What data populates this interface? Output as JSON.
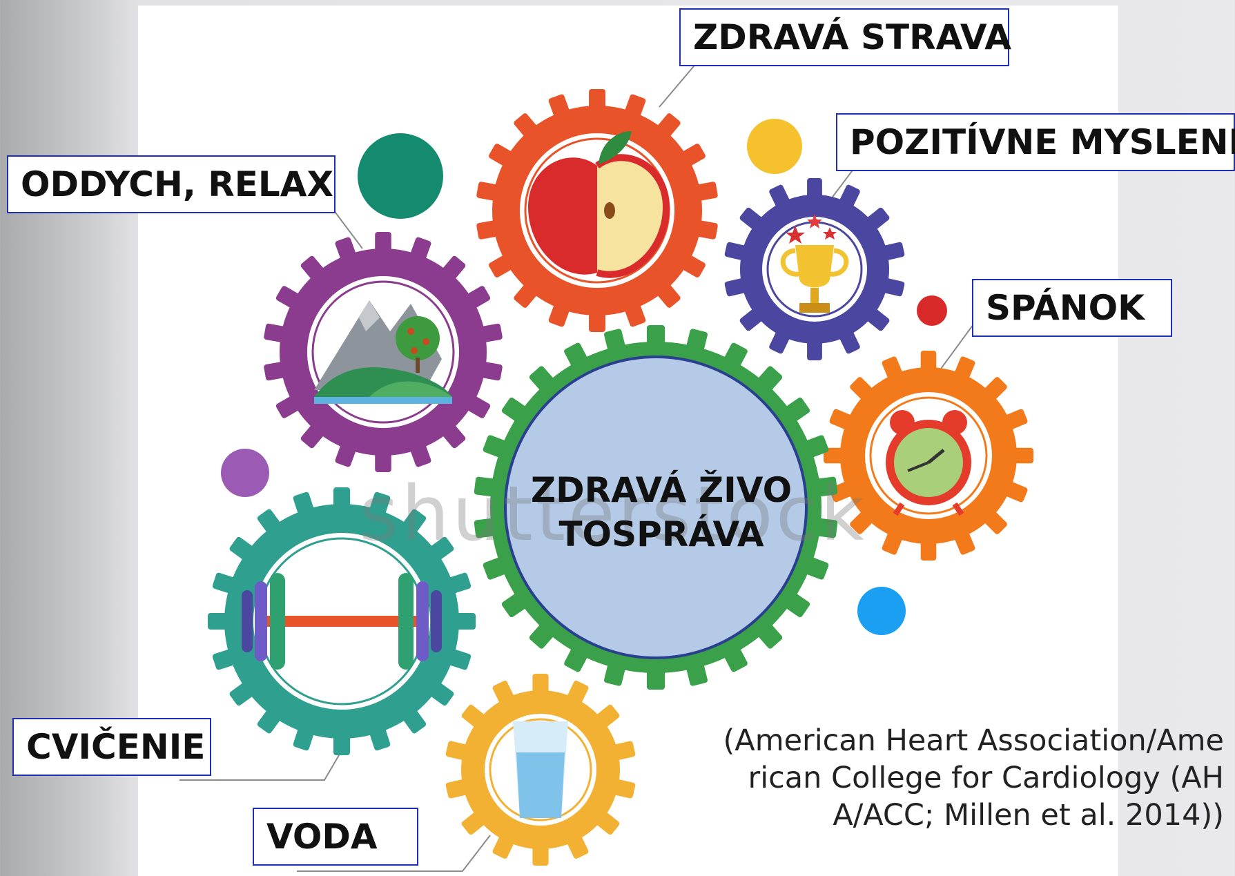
{
  "center": {
    "line1": "ZDRAVÁ ŽIVO",
    "line2": "TOSPRÁVA"
  },
  "labels": {
    "zdrava_strava": "ZDRAVÁ STRAVA",
    "pozitivne_myslenie": "POZITÍVNE MYSLENIE",
    "oddych_relax": "ODDYCH, RELAX",
    "spanok": "SPÁNOK",
    "cvicenie": "CVIČENIE",
    "voda": "VODA"
  },
  "citation": {
    "line1": "(American Heart Association/Ame",
    "line2": "rican College for Cardiology (AH",
    "line3": "A/ACC; Millen et al. 2014))"
  },
  "watermark": "shutterstock",
  "icons": [
    "apple-icon",
    "trophy-icon",
    "mountain-icon",
    "alarm-clock-icon",
    "dumbbell-icon",
    "water-glass-icon"
  ],
  "colors": {
    "gear_diet": "#e8532a",
    "gear_mind": "#4b46a0",
    "gear_relax": "#8b3c8e",
    "gear_sleep": "#f27a1a",
    "gear_exercise": "#2fa090",
    "gear_water": "#f3b133",
    "gear_center": "#3aa04a",
    "center_fill": "#b4cae6",
    "label_border": "#1f2fb5"
  }
}
